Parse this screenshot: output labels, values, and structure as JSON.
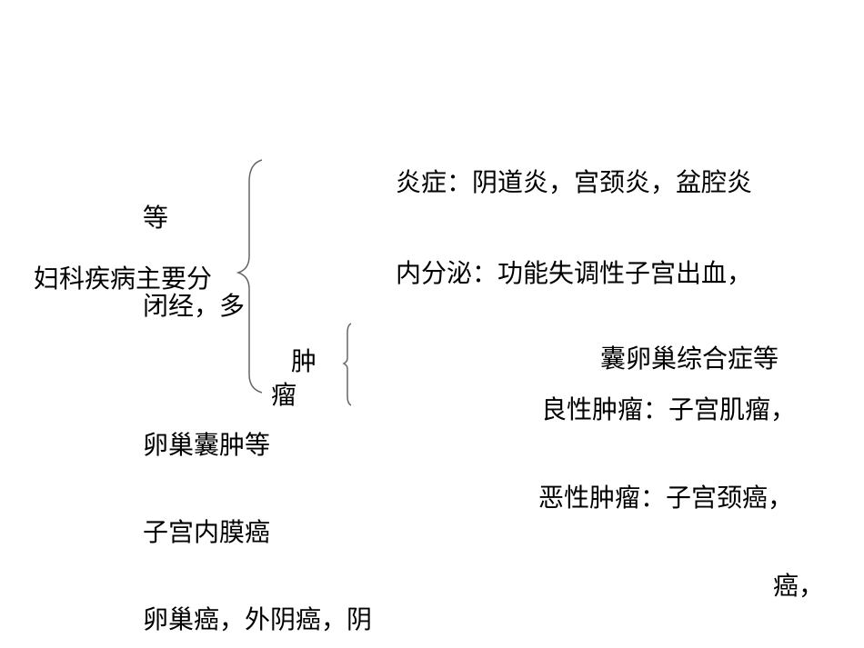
{
  "slide": {
    "root_label": "妇科疾病主要分",
    "inflammation": "炎症：阴道炎，宫颈炎，盆腔炎",
    "inflammation_cont": "等",
    "endocrine": "内分泌：功能失调性子宫出血，",
    "endocrine_cont1": "闭经，多",
    "endocrine_cont2": "囊卵巢综合症等",
    "tumor_label_1": "肿",
    "tumor_label_2": "瘤",
    "benign": "良性肿瘤：子宫肌瘤，",
    "benign_cont": "卵巢囊肿等",
    "malignant": "恶性肿瘤：子宫颈癌，",
    "malignant_cont1": "子宫内膜癌",
    "malignant_cont2": "癌，",
    "malignant_cont3": "卵巢癌，外阴癌，阴"
  }
}
